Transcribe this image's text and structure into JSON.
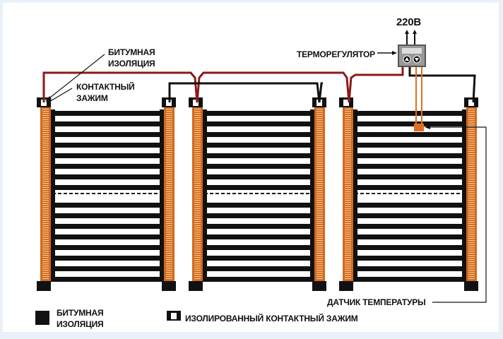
{
  "labels": {
    "voltage": "220В",
    "thermostat": "ТЕРМОРЕГУЛЯТОР",
    "bitumen_line1": "БИТУМНАЯ",
    "bitumen_line2": "ИЗОЛЯЦИЯ",
    "clamp_line1": "КОНТАКТНЫЙ",
    "clamp_line2": "ЗАЖИМ",
    "sensor": "ДАТЧИК ТЕМПЕРАТУРЫ"
  },
  "legend": {
    "bitumen_line1": "БИТУМНАЯ",
    "bitumen_line2": "ИЗОЛЯЦИЯ",
    "clamp": "ИЗОЛИРОВАННЫЙ КОНТАКТНЫЙ ЗАЖИМ"
  },
  "colors": {
    "strip": "#d2691e",
    "live_wire": "#8b1a1a",
    "neutral_wire": "#111111",
    "sensor": "#e07020"
  },
  "panels": 3,
  "stripes_per_half": 8
}
